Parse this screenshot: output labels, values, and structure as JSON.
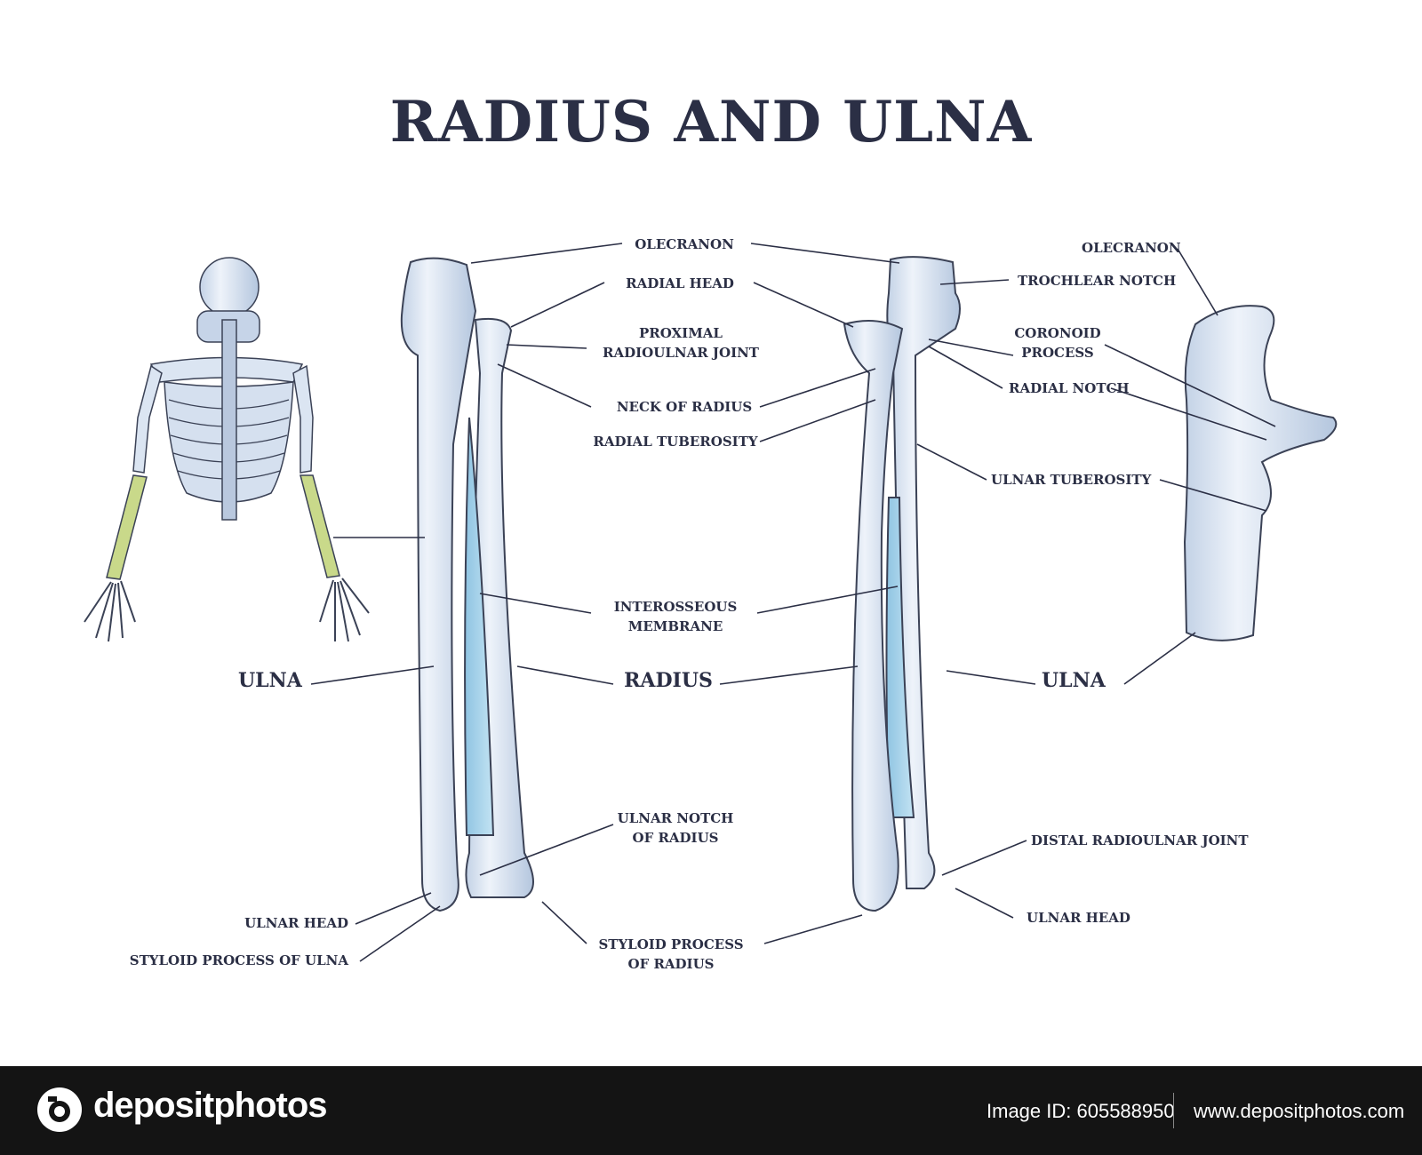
{
  "title": "RADIUS AND ULNA",
  "labels": {
    "olecranon_center": "OLECRANON",
    "radial_head": "RADIAL HEAD",
    "proximal_joint": "PROXIMAL\nRADIOULNAR JOINT",
    "neck_of_radius": "NECK OF RADIUS",
    "radial_tuberosity": "RADIAL TUBEROSITY",
    "interosseous": "INTEROSSEOUS\nMEMBRANE",
    "ulna_left": "ULNA",
    "radius_center": "RADIUS",
    "ulnar_notch": "ULNAR NOTCH\nOF RADIUS",
    "ulnar_head_left": "ULNAR HEAD",
    "styloid_ulna": "STYLOID PROCESS OF ULNA",
    "styloid_radius": "STYLOID PROCESS\nOF RADIUS",
    "trochlear_notch": "TROCHLEAR NOTCH",
    "coronoid": "CORONOID\nPROCESS",
    "radial_notch": "RADIAL NOTCH",
    "ulnar_tuberosity": "ULNAR TUBEROSITY",
    "olecranon_right": "OLECRANON",
    "ulna_right": "ULNA",
    "distal_joint": "DISTAL RADIOULNAR JOINT",
    "ulnar_head_right": "ULNAR HEAD"
  },
  "footer": {
    "brand": "depositphotos",
    "image_id": "Image ID: 605588950",
    "site": "www.depositphotos.com"
  },
  "colors": {
    "ink": "#2b2f45",
    "bone": "#dde7f3",
    "bone_shadow": "#aebfd6",
    "membrane": "#a9d3ea",
    "highlight": "#c9d98a",
    "footer_bg": "#141414"
  }
}
